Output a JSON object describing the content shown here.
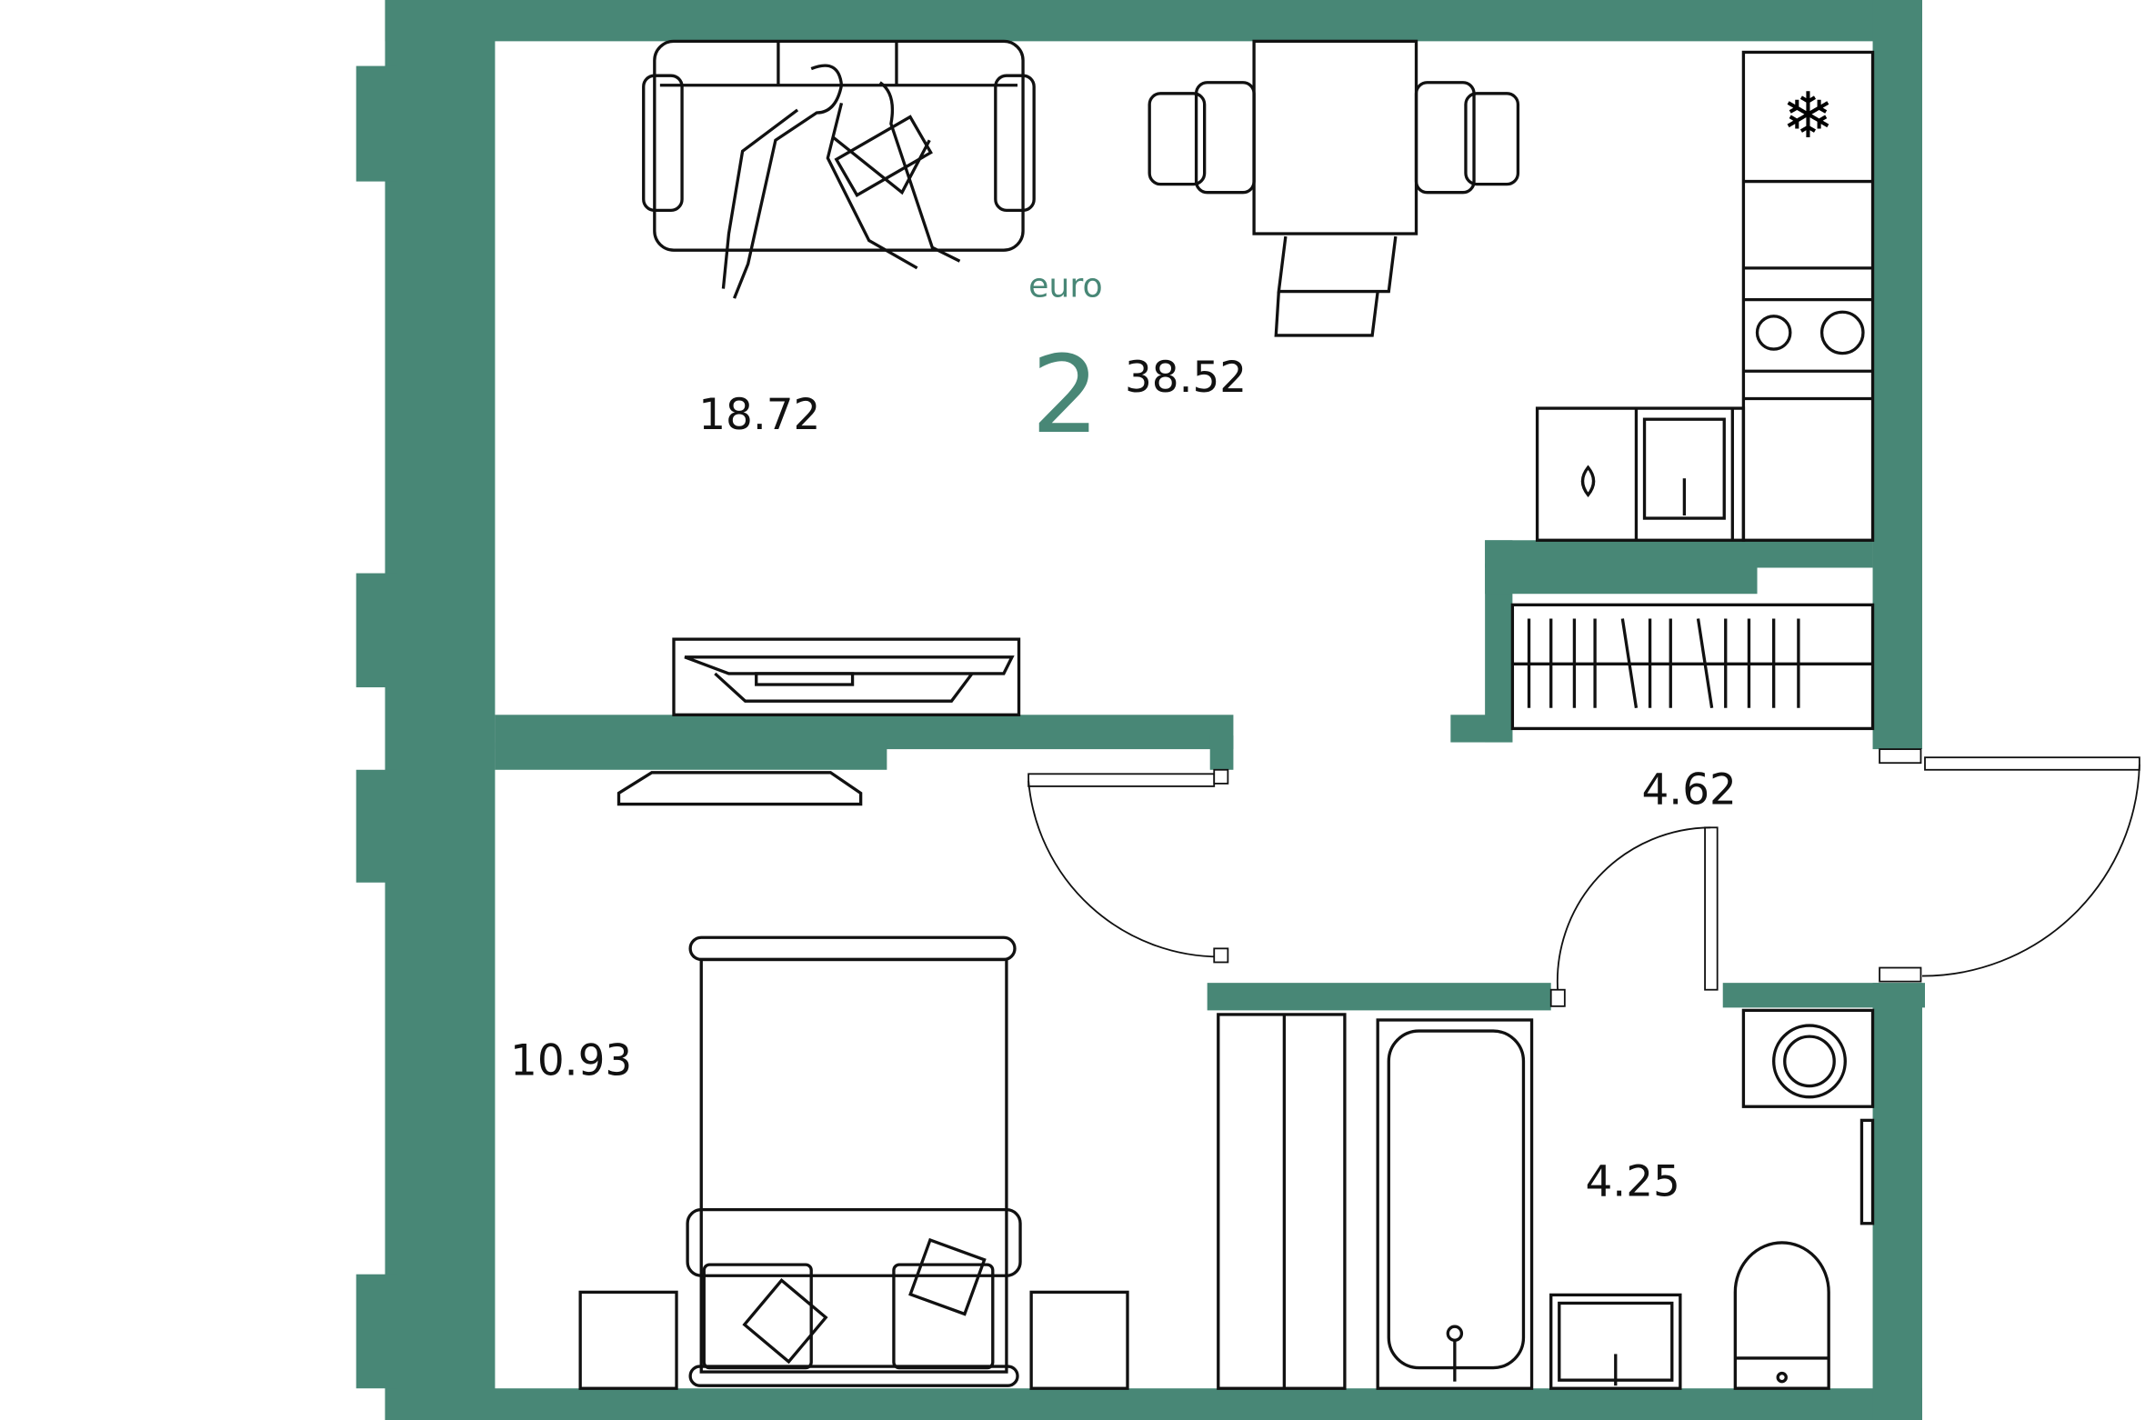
{
  "plan": {
    "type_label": "euro",
    "rooms_count": "2",
    "total_area": "38.52",
    "wall_color": "#488776",
    "rooms": [
      {
        "name": "living-kitchen",
        "area": "18.72"
      },
      {
        "name": "bedroom",
        "area": "10.93"
      },
      {
        "name": "hallway",
        "area": "4.62"
      },
      {
        "name": "bathroom",
        "area": "4.25"
      }
    ]
  }
}
